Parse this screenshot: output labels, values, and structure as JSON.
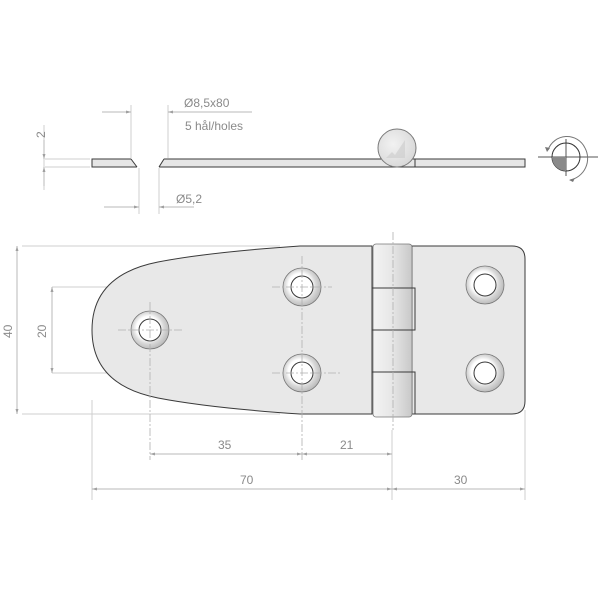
{
  "drawing": {
    "subject": "Stainless steel hinge technical drawing",
    "side_view": {
      "thickness_label": "2",
      "countersink_label": "Ø8,5x80",
      "holes_label": "5 hål/holes",
      "hole_diameter_label": "Ø5,2"
    },
    "top_view": {
      "height_total_label": "40",
      "hole_spacing_vertical_label": "20",
      "hole_spacing_35_label": "35",
      "hole_spacing_21_label": "21",
      "leaf_left_length_label": "70",
      "leaf_right_length_label": "30"
    },
    "rotation_symbol": "rotation-symbol-icon",
    "colors": {
      "fill": "#e8e8e8",
      "outline": "#3a3a3a",
      "dimension": "#b8b8b8",
      "text": "#8a8a8a"
    }
  }
}
